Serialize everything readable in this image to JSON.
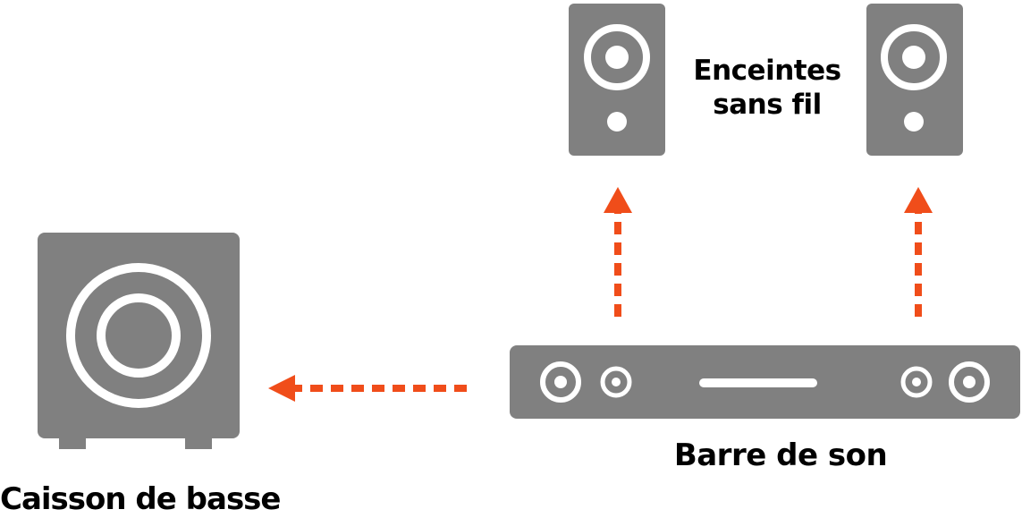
{
  "labels": {
    "wireless_speakers_line1": "Enceintes",
    "wireless_speakers_line2": "sans fil",
    "soundbar": "Barre de son",
    "subwoofer": "Caisson de basse"
  },
  "colors": {
    "device": "#808080",
    "device_detail": "#ffffff",
    "arrow": "#f04d1a",
    "text": "#000000"
  },
  "icons": {
    "left_speaker": "speaker-icon",
    "right_speaker": "speaker-icon",
    "soundbar": "soundbar-icon",
    "subwoofer": "subwoofer-icon",
    "arrow": "dashed-arrow-icon"
  }
}
